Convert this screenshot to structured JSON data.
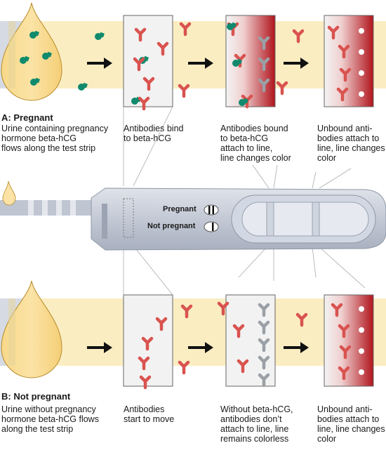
{
  "section_a": {
    "letter": "A:",
    "title": "Pregnant",
    "captions": [
      "Urine containing pregnancy\nhormone beta-hCG\nflows along the test strip",
      "Antibodies bind\nto beta-hCG",
      "Antibodies bound\nto beta-hCG\nattach to line,\nline changes color",
      "Unbound anti-\nbodies attach to\nline, line changes\ncolor"
    ]
  },
  "section_b": {
    "letter": "B:",
    "title": "Not pregnant",
    "captions": [
      "Urine without pregnancy\nhormone beta-hCG flows\nalong the test strip",
      "Antibodies\nstart to move",
      "Without beta-hCG,\nantibodies don’t\nattach to line, line\nremains colorless",
      "Unbound anti-\nbodies attach to\nline, line changes\ncolor"
    ]
  },
  "test": {
    "pregnant_label": "Pregnant",
    "not_pregnant_label": "Not pregnant"
  },
  "colors": {
    "band": "#fbedc2",
    "antibody": "#d9534f",
    "hormone": "#0f8a6c",
    "line_red": "#b0141c",
    "device": "#c9ced9"
  }
}
